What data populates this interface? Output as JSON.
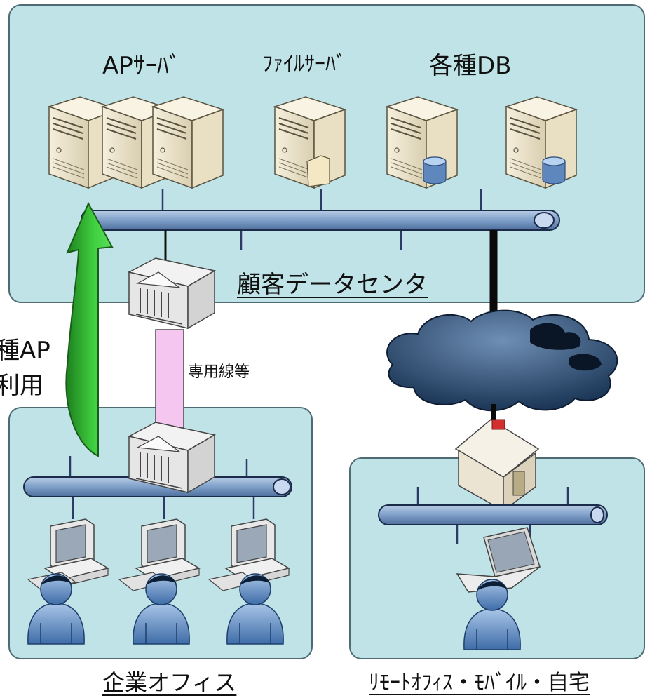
{
  "zones": {
    "datacenter": {
      "title": "顧客データセンタ"
    },
    "office": {
      "title": "企業オフィス"
    },
    "remote": {
      "title": "ﾘﾓｰﾄｵﾌｨｽ・ﾓﾊﾞｲﾙ・自宅"
    }
  },
  "servers": {
    "ap_label": "APｻｰﾊﾞ",
    "file_label": "ﾌｧｲﾙｻｰﾊﾞ",
    "db_label": "各種DB"
  },
  "links": {
    "leased_line": "専用線等"
  },
  "annotations": {
    "ap_usage_line1": "種AP",
    "ap_usage_line2": "利用"
  },
  "colors": {
    "zone_fill": "#bfe3e6",
    "bus_fill": "#7e9fc8",
    "leased_line": "#f4c6f0",
    "arrow": "#2fb22f",
    "cloud": "#1d3a5c"
  }
}
